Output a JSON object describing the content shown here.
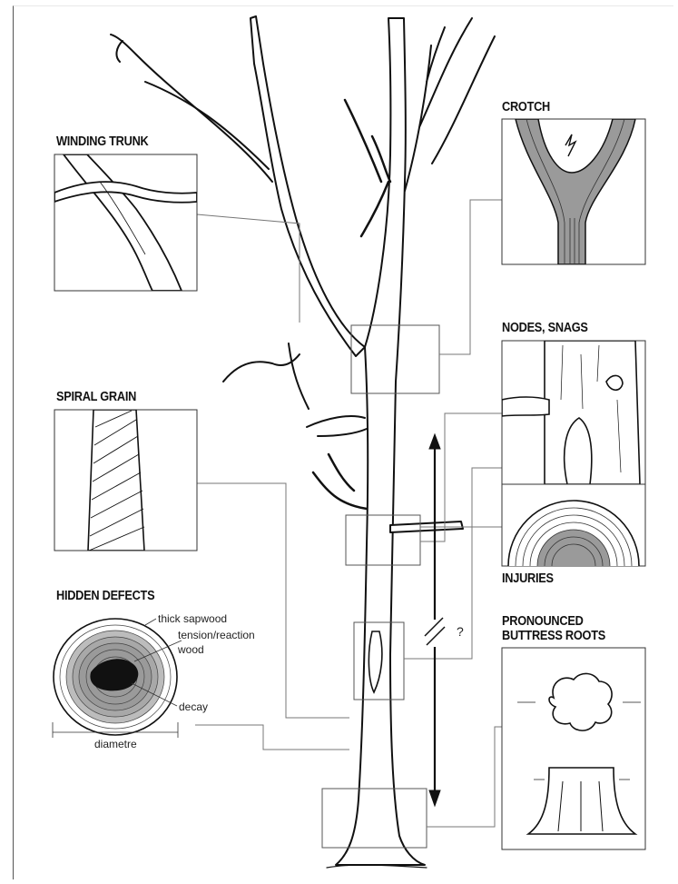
{
  "headings": {
    "winding_trunk": "WINDING TRUNK",
    "crotch": "CROTCH",
    "nodes_snags": "NODES, SNAGS",
    "spiral_grain": "SPIRAL GRAIN",
    "injuries": "INJURIES",
    "hidden_defects": "HIDDEN DEFECTS",
    "buttress_line1": "PRONOUNCED",
    "buttress_line2": "BUTTRESS ROOTS"
  },
  "hidden_defects_labels": {
    "thick_sapwood": "thick sapwood",
    "tension_reaction": "tension/reaction",
    "wood": "wood",
    "decay": "decay",
    "diameter": "diametre"
  },
  "height_marker": {
    "question": "?"
  },
  "colors": {
    "ink": "#111111",
    "grey_fill": "#9a9a9a",
    "dark_fill": "#111111",
    "leader": "#777777"
  }
}
